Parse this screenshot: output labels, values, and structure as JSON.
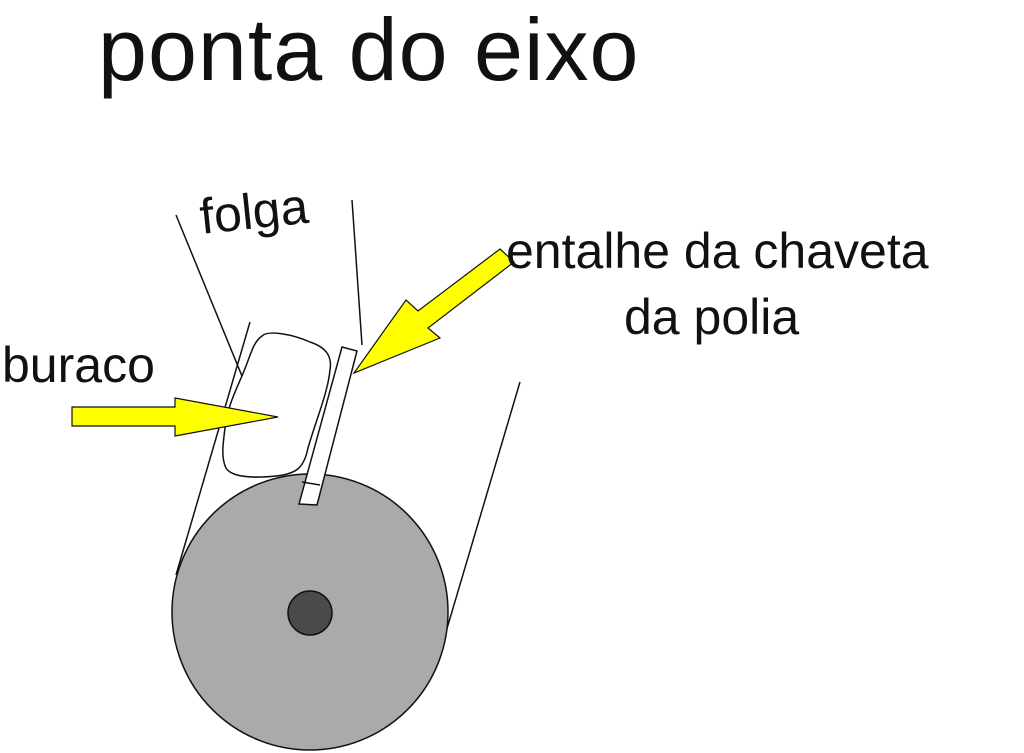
{
  "title": "ponta do eixo",
  "labels": {
    "folga": "folga",
    "buraco": "buraco",
    "entalhe_line1": "entalhe da chaveta",
    "entalhe_line2": "da polia"
  },
  "colors": {
    "background": "#ffffff",
    "pulley_fill": "#aaaaaa",
    "axle_fill": "#4a4a4a",
    "arrow_fill": "#ffff00",
    "outline": "#111111"
  }
}
